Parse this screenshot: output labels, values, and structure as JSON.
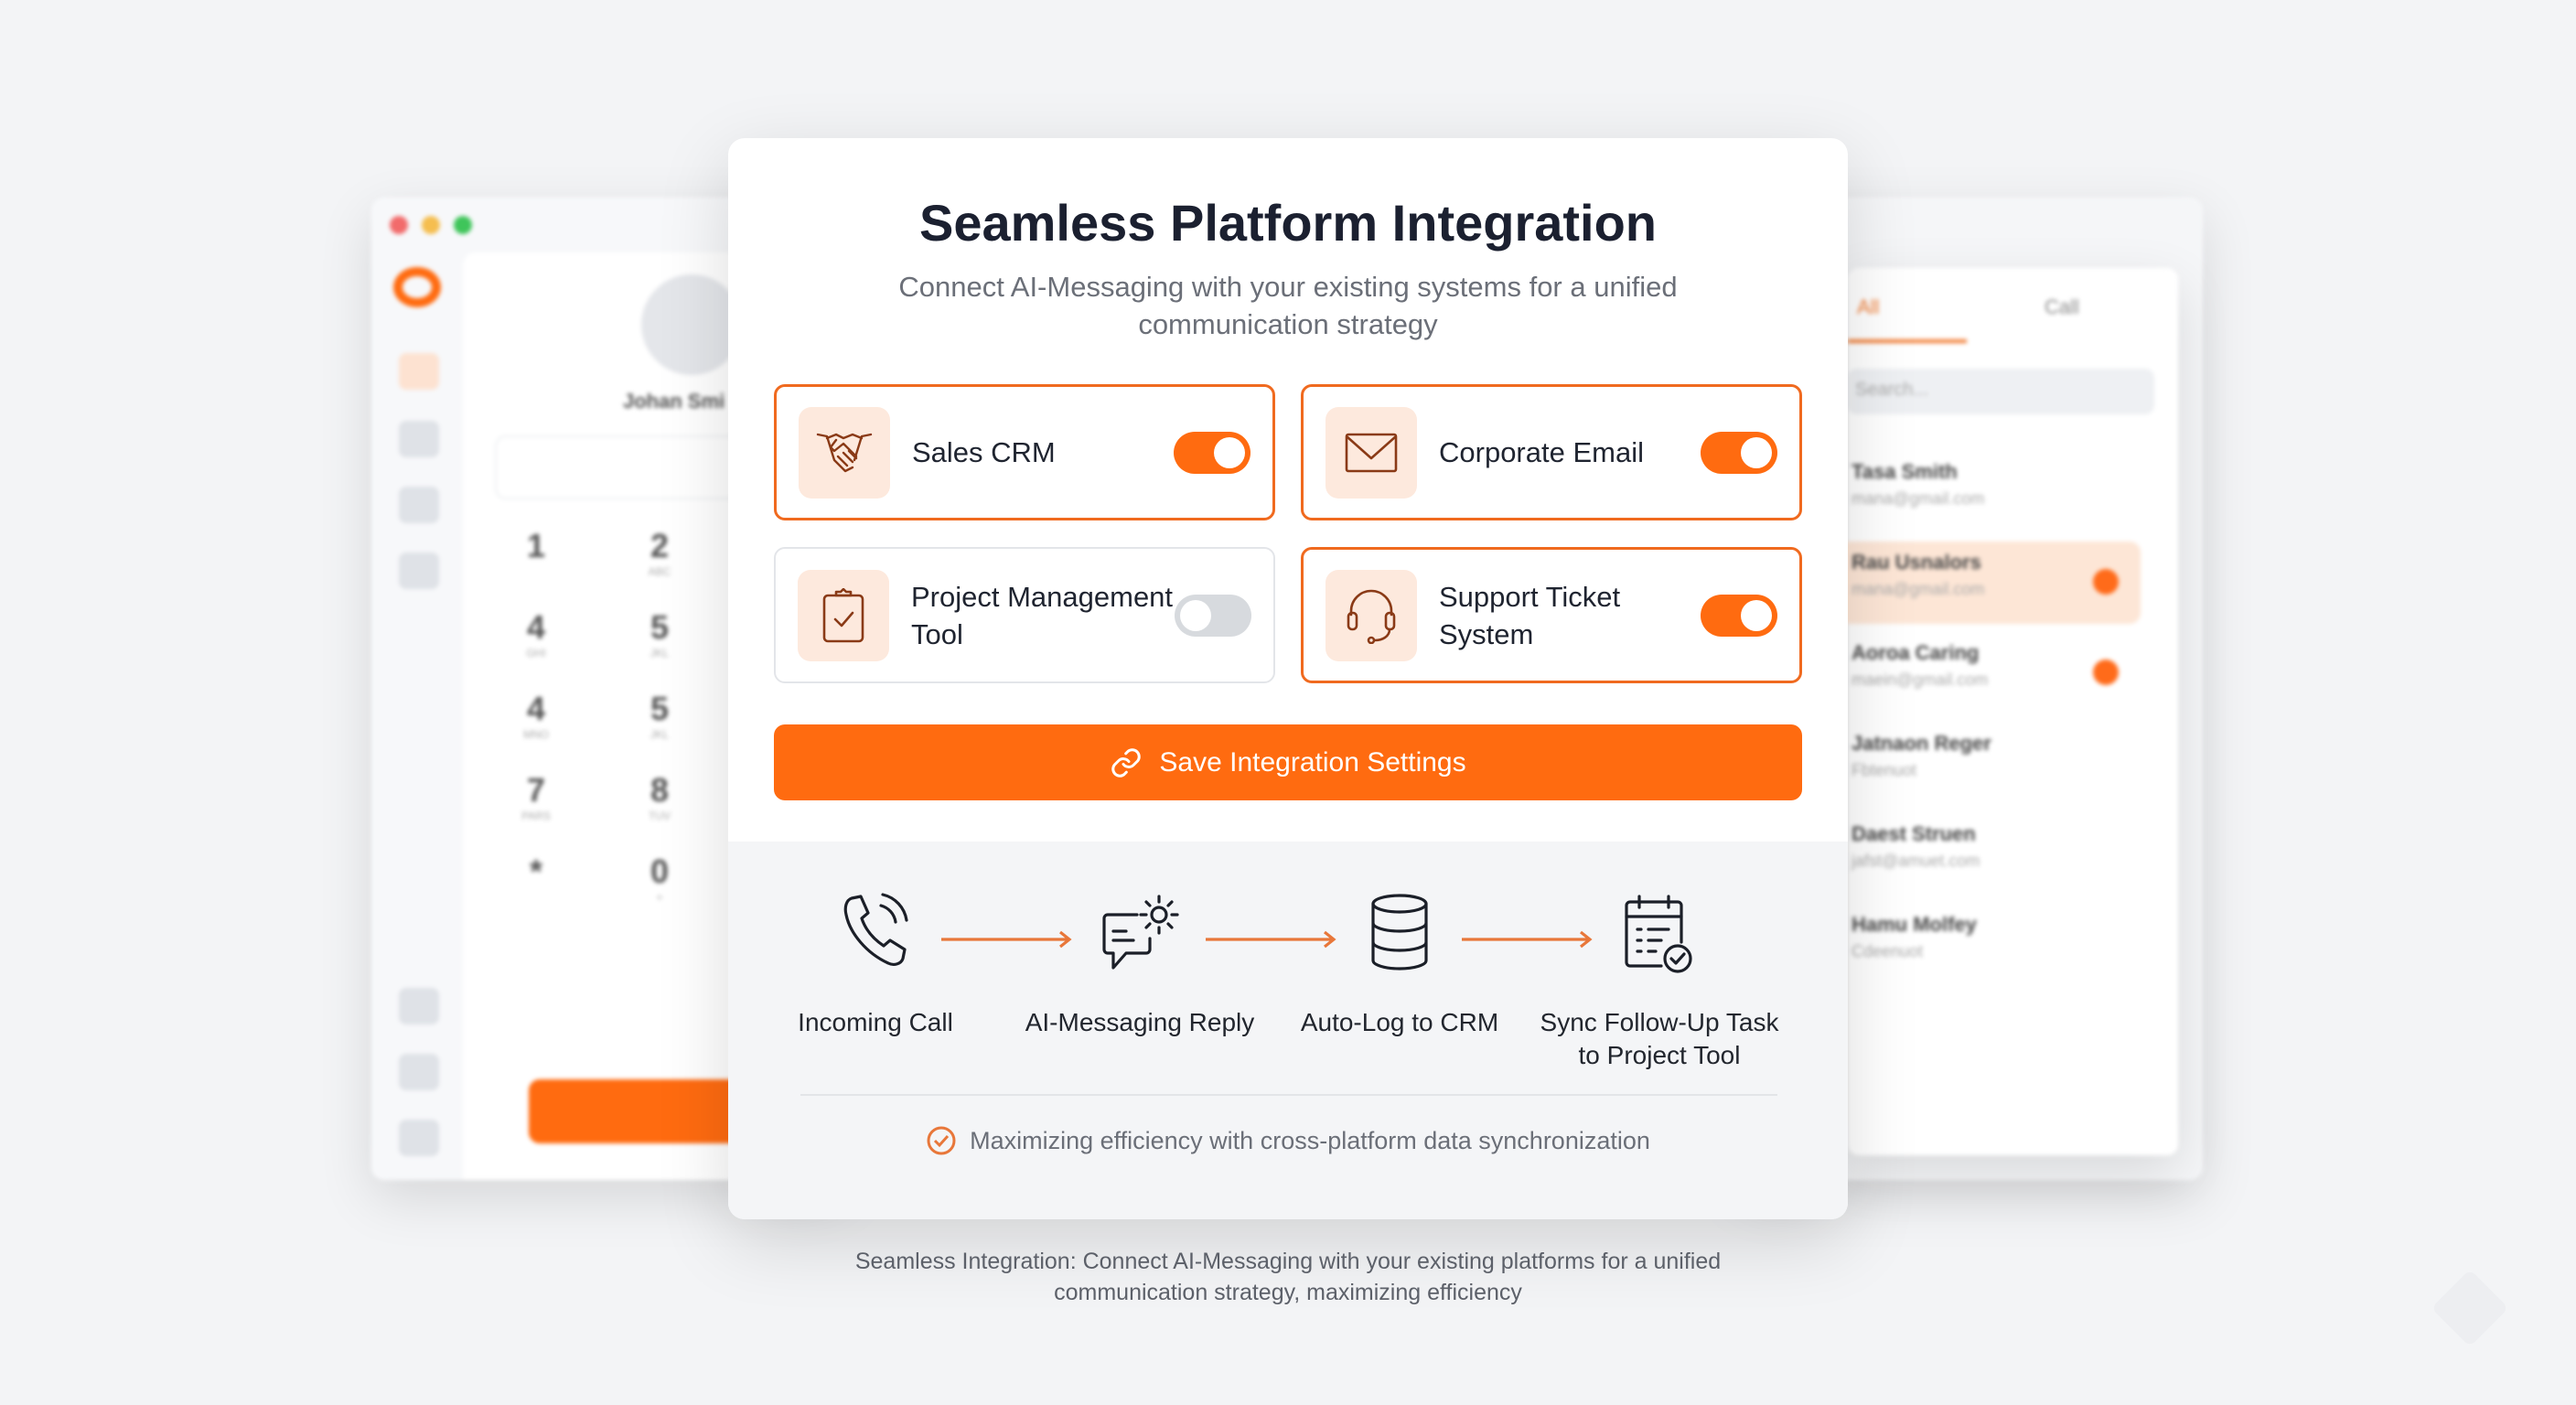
{
  "background_app": {
    "window_controls": [
      "close",
      "minimize",
      "maximize"
    ],
    "dialer": {
      "contact_name": "Johan Smi",
      "keys": [
        {
          "digit": "1",
          "letters": ""
        },
        {
          "digit": "2",
          "letters": "ABC"
        },
        {
          "digit": "4",
          "letters": "GHI"
        },
        {
          "digit": "5",
          "letters": "JKL"
        },
        {
          "digit": "4",
          "letters": "MNO"
        },
        {
          "digit": "5",
          "letters": "JKL"
        },
        {
          "digit": "7",
          "letters": "PARS"
        },
        {
          "digit": "8",
          "letters": "TUV"
        },
        {
          "digit": "*",
          "letters": ""
        },
        {
          "digit": "0",
          "letters": "+"
        }
      ]
    },
    "contacts_panel": {
      "tabs": [
        "All",
        "Call"
      ],
      "search_placeholder": "Search...",
      "contacts": [
        {
          "name": "Tasa Smith",
          "email": "mana@gmail.com",
          "badge": false,
          "active": false
        },
        {
          "name": "Rau Usnalors",
          "email": "mana@gmail.com",
          "badge": true,
          "active": true
        },
        {
          "name": "Aoroa Caring",
          "email": "maein@gmail.com",
          "badge": true,
          "active": false
        },
        {
          "name": "Jatnaon Reger",
          "email": "Fbtenuot",
          "badge": false,
          "active": false
        },
        {
          "name": "Daest Struen",
          "email": "jafst@amuet.com",
          "badge": false,
          "active": false
        },
        {
          "name": "Hamu Molfey",
          "email": "Cdeenuot",
          "badge": false,
          "active": false
        }
      ]
    }
  },
  "dialog": {
    "title": "Seamless Platform Integration",
    "subtitle": "Connect AI-Messaging with your existing systems for a unified communication strategy",
    "integrations": [
      {
        "label": "Sales CRM",
        "icon": "handshake-icon",
        "enabled": true
      },
      {
        "label": "Corporate Email",
        "icon": "envelope-icon",
        "enabled": true
      },
      {
        "label": "Project Management Tool",
        "icon": "clipboard-check-icon",
        "enabled": false
      },
      {
        "label": "Support Ticket System",
        "icon": "headset-icon",
        "enabled": true
      }
    ],
    "save_button": "Save Integration Settings",
    "flow": [
      {
        "label": "Incoming Call",
        "icon": "phone-ringing-icon"
      },
      {
        "label": "AI-Messaging Reply",
        "icon": "chat-gear-icon"
      },
      {
        "label": "Auto-Log to CRM",
        "icon": "database-icon"
      },
      {
        "label": "Sync Follow-Up Task to Project Tool",
        "icon": "calendar-check-icon"
      }
    ],
    "footer_note": "Maximizing efficiency with cross-platform data synchronization"
  },
  "caption": "Seamless Integration: Connect AI-Messaging with your existing platforms for a unified communication strategy, maximizing efficiency",
  "colors": {
    "accent": "#ff6b10",
    "accent_light": "#fde9dd",
    "text": "#1f2430",
    "muted": "#6b6f78"
  }
}
